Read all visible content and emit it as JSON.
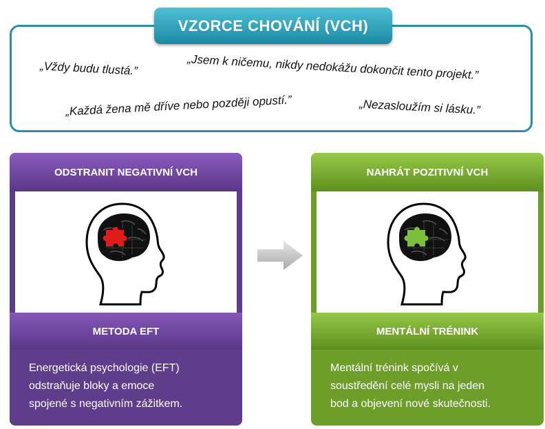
{
  "top": {
    "title": "VZORCE CHOVÁNÍ (VCH)",
    "quotes": [
      "„Vždy budu tlustá.”",
      "„Jsem k ničemu, nikdy nedokážu dokončit tento projekt.”",
      "„Každá žena mě dříve nebo později opustí.”",
      "„Nezasloužím si lásku.”"
    ]
  },
  "left_panel": {
    "header": "ODSTRANIT NEGATIVNÍ VCH",
    "subheader": "METODA EFT",
    "description_lines": [
      "Energetická psychologie (EFT)",
      "odstraňuje bloky a emoce",
      "spojené s negativním zážitkem."
    ],
    "puzzle_color": "#e01b1b",
    "accent_color": "#5e3d8a"
  },
  "right_panel": {
    "header": "NAHRÁT POZITIVNÍ VCH",
    "subheader": "MENTÁLNÍ TRÉNINK",
    "description_lines": [
      "Mentální trénink spočívá v",
      "soustředění celé mysli na jeden",
      "bod a objevení nové skutečnosti."
    ],
    "puzzle_color": "#7bbf3a",
    "accent_color": "#6e9e2a"
  },
  "icons": {
    "head": "head-silhouette-icon",
    "brain": "brain-puzzle-icon",
    "arrow": "arrow-right-icon"
  }
}
